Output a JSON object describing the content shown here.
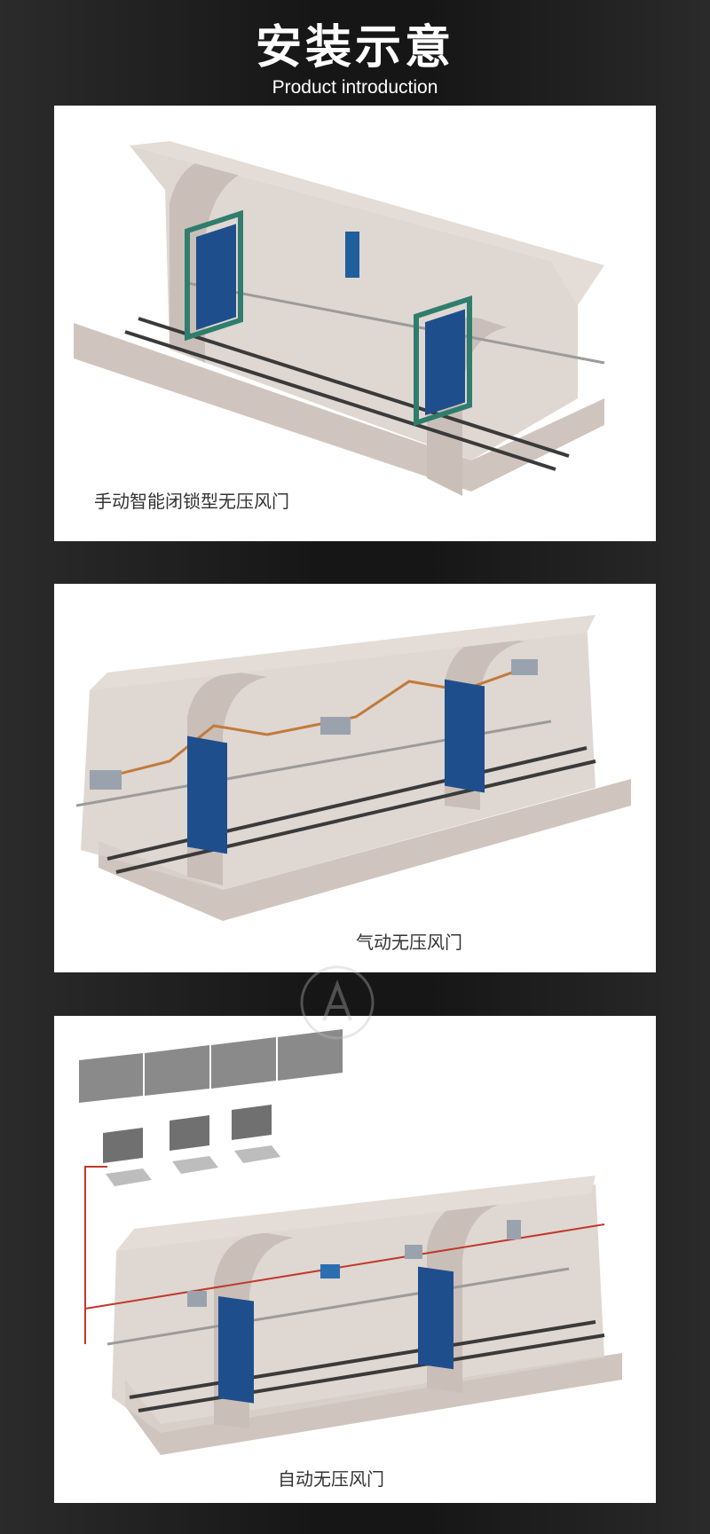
{
  "header": {
    "title": "安装示意",
    "subtitle": "Product introduction"
  },
  "panels": [
    {
      "caption": "手动智能闭锁型无压风门"
    },
    {
      "caption": "气动无压风门"
    },
    {
      "caption": "自动无压风门"
    }
  ],
  "colors": {
    "background": "#1a1a1a",
    "panel": "#ffffff",
    "tunnel": "#d3c9c2",
    "door": "#1f4e8c",
    "frame": "#2f7d6d",
    "cable": "#c0392b"
  }
}
